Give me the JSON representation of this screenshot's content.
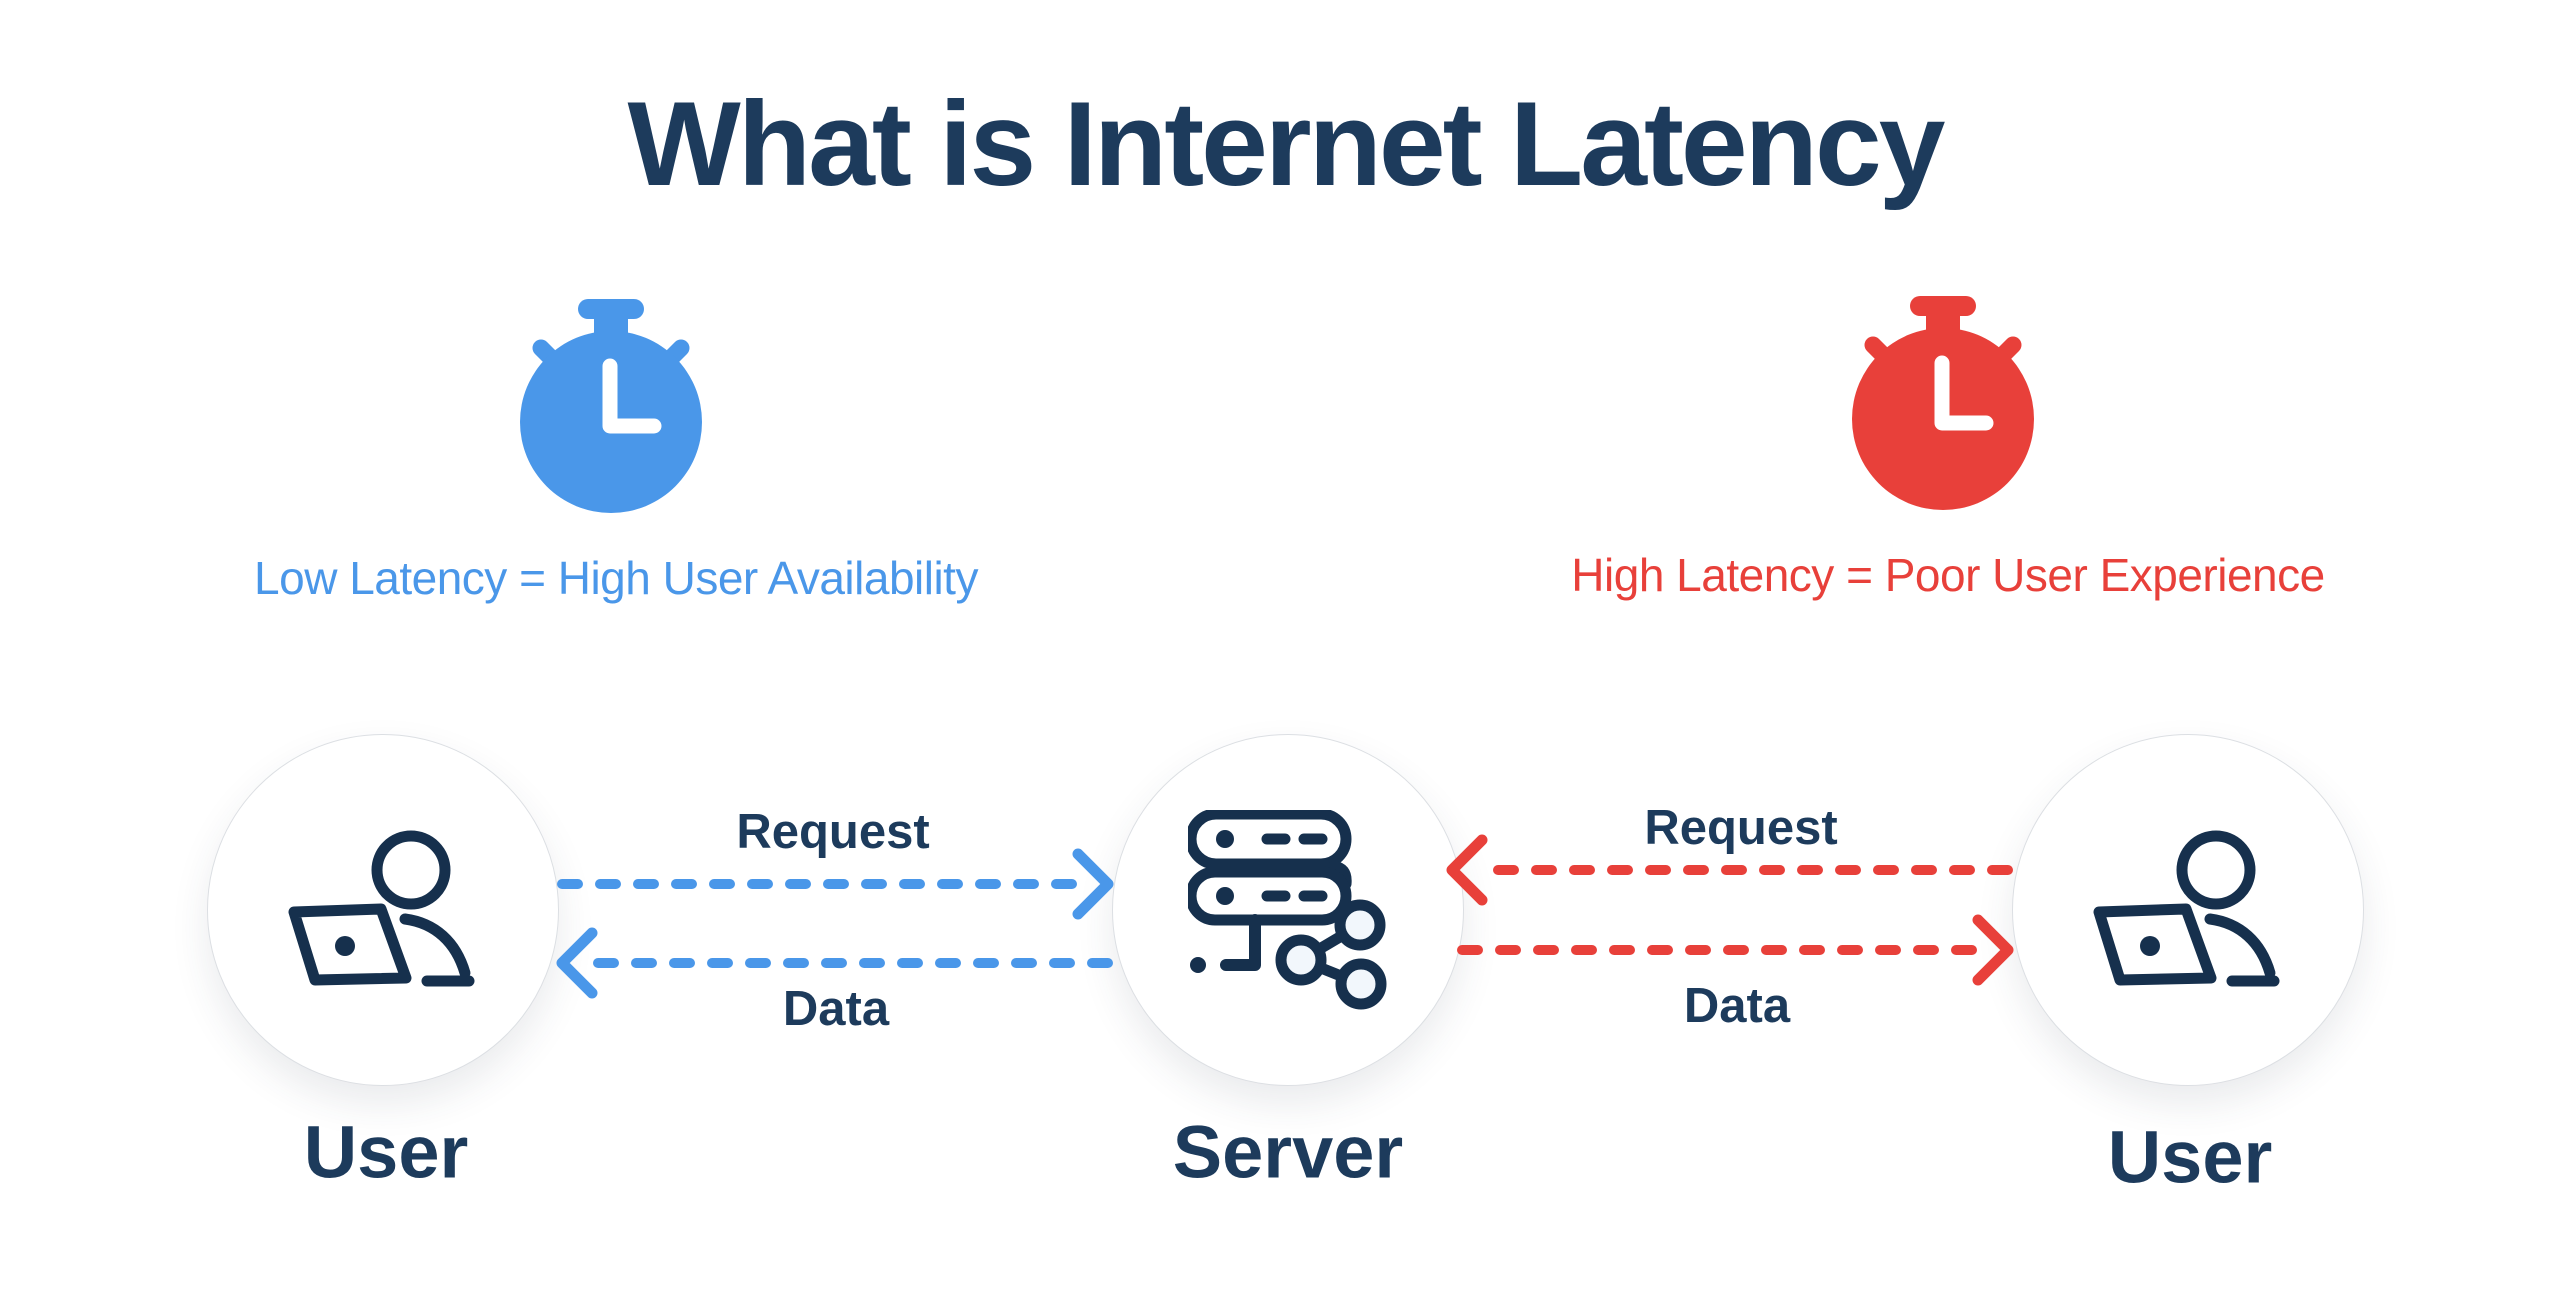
{
  "title": "What is Internet Latency",
  "colors": {
    "background": "#ffffff",
    "navy_text": "#1d3b5c",
    "navy_icon": "#16304d",
    "blue_accent": "#4a97e9",
    "red_accent": "#e8403a",
    "circle_fill": "#ffffff",
    "circle_border": "#dcdfe3",
    "share_node_fill": "#f2f7fc"
  },
  "latency_states": [
    {
      "id": "low-latency",
      "icon": "stopwatch-icon",
      "color": "#4a97e9",
      "caption": "Low Latency = High User Availability"
    },
    {
      "id": "high-latency",
      "icon": "stopwatch-icon",
      "color": "#e8403a",
      "caption": "High Latency = Poor User Experience"
    }
  ],
  "flow": {
    "nodes": [
      {
        "id": "user-left",
        "icon": "user-laptop-icon",
        "label": "User"
      },
      {
        "id": "server",
        "icon": "server-icon",
        "label": "Server"
      },
      {
        "id": "user-right",
        "icon": "user-laptop-icon",
        "label": "User"
      }
    ],
    "links": [
      {
        "side": "left",
        "color": "#4a97e9",
        "request_label": "Request",
        "request_direction": "user-to-server",
        "data_label": "Data",
        "data_direction": "server-to-user"
      },
      {
        "side": "right",
        "color": "#e8403a",
        "request_label": "Request",
        "request_direction": "user-to-server",
        "data_label": "Data",
        "data_direction": "server-to-user"
      }
    ]
  }
}
